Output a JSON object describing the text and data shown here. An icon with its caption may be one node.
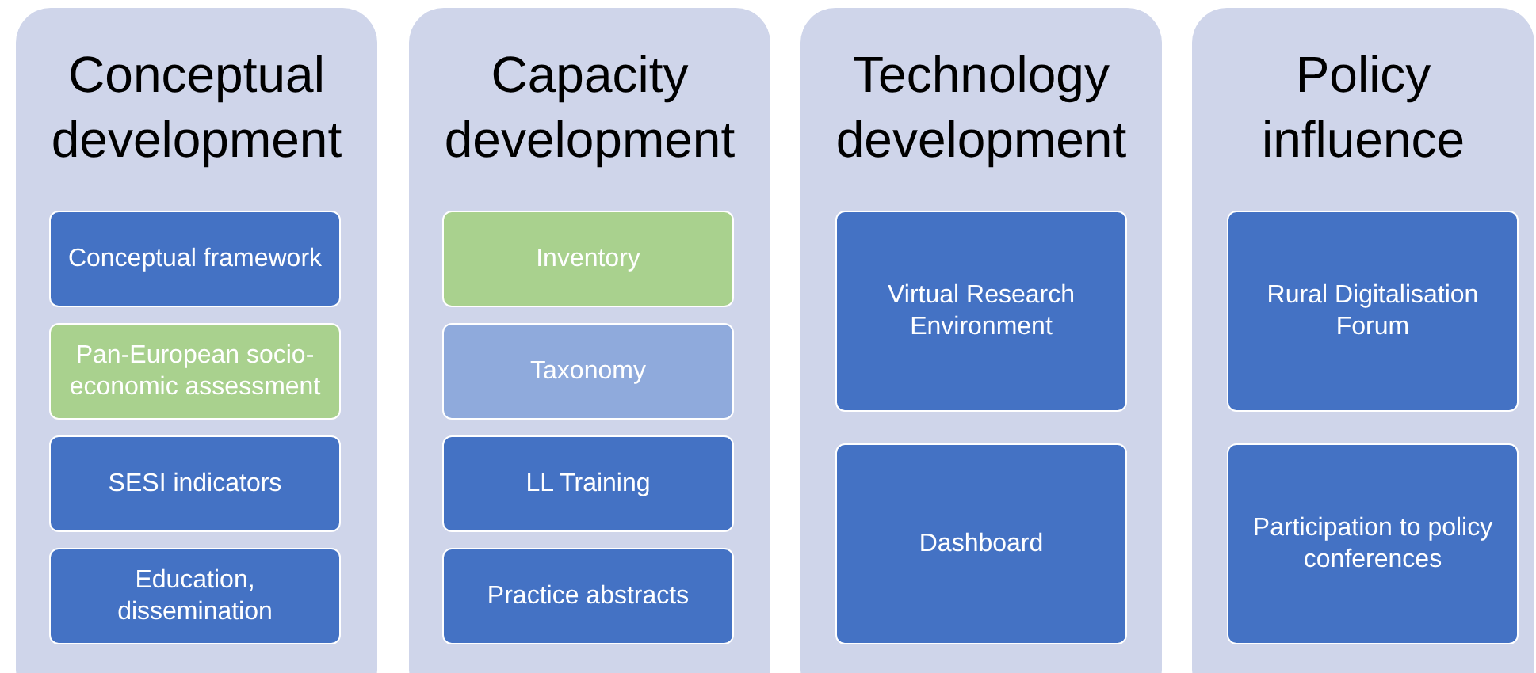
{
  "diagram": {
    "nodes": [
      {
        "text": [
          "Conceptual development"
        ]
      },
      {
        "text": [
          "Conceptual framework"
        ],
        "in": 0
      },
      {
        "text": [
          "Pan-European socio-economic assessment"
        ],
        "in": 0
      },
      {
        "text": [
          "SESI indicators"
        ],
        "in": 0
      },
      {
        "text": [
          "Education, dissemination"
        ],
        "in": 0
      },
      {
        "text": [
          "Capacity development"
        ]
      },
      {
        "text": [
          "Inventory"
        ],
        "in": 5
      },
      {
        "text": [
          "Taxonomy"
        ],
        "in": 5
      },
      {
        "text": [
          "LL Training"
        ],
        "in": 5
      },
      {
        "text": [
          "Practice abstracts"
        ],
        "in": 5
      },
      {
        "text": [
          "Technology development"
        ]
      },
      {
        "text": [
          "Virtual Research Environment"
        ],
        "in": 10
      },
      {
        "text": [
          "Dashboard"
        ],
        "in": 10
      },
      {
        "text": [
          "Policy influence"
        ]
      },
      {
        "text": [
          "Rural Digitalisation Forum"
        ],
        "in": 13
      },
      {
        "text": [
          "Participation to policy conferences"
        ],
        "in": 13
      }
    ]
  }
}
